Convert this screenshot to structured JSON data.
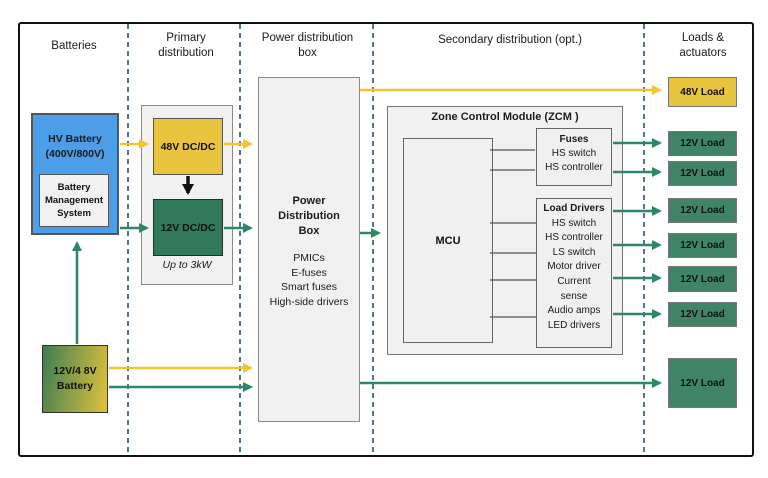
{
  "headers": {
    "batteries": "Batteries",
    "primary_line1": "Primary",
    "primary_line2": "distribution",
    "pdb_line1": "Power distribution",
    "pdb_line2": "box",
    "secondary": "Secondary distribution (opt.)",
    "loads_line1": "Loads &",
    "loads_line2": "actuators"
  },
  "batteries": {
    "hv_line1": "HV Battery",
    "hv_line2": "(400V/800V)",
    "bms_line1": "Battery",
    "bms_line2": "Management",
    "bms_line3": "System",
    "aux_line1": "12V/4 8V",
    "aux_line2": "Battery"
  },
  "primary": {
    "dcdc48": "48V DC/DC",
    "dcdc12": "12V DC/DC",
    "note": "Up to 3kW"
  },
  "pdb": {
    "title_line1": "Power",
    "title_line2": "Distribution",
    "title_line3": "Box",
    "features": [
      "PMICs",
      "E-fuses",
      "Smart fuses",
      "High-side drivers"
    ]
  },
  "zcm": {
    "title": "Zone Control Module (ZCM )",
    "mcu": "MCU",
    "fuses": {
      "title": "Fuses",
      "lines": [
        "HS switch",
        "HS controller"
      ]
    },
    "load_drivers": {
      "title": "Load Drivers",
      "lines": [
        "HS switch",
        "HS controller",
        "LS switch",
        "Motor driver",
        "Current",
        "sense",
        "Audio amps",
        "LED drivers"
      ]
    }
  },
  "loads": {
    "load48": "48V Load",
    "load12_items": [
      "12V Load",
      "12V Load",
      "12V Load",
      "12V Load",
      "12V Load",
      "12V Load"
    ],
    "load12_bottom": "12V Load"
  },
  "colors": {
    "yellow_box": "#E9C43E",
    "green_dcdc": "#30795A",
    "green_load": "#3F8467",
    "blue_battery": "#4C9EE9",
    "arrow_yellow": "#F2C42E",
    "arrow_green": "#2F8767",
    "arrow_black": "#111111",
    "dashed_separator": "#4C73A5",
    "container_gray": "#F1F1F1"
  }
}
